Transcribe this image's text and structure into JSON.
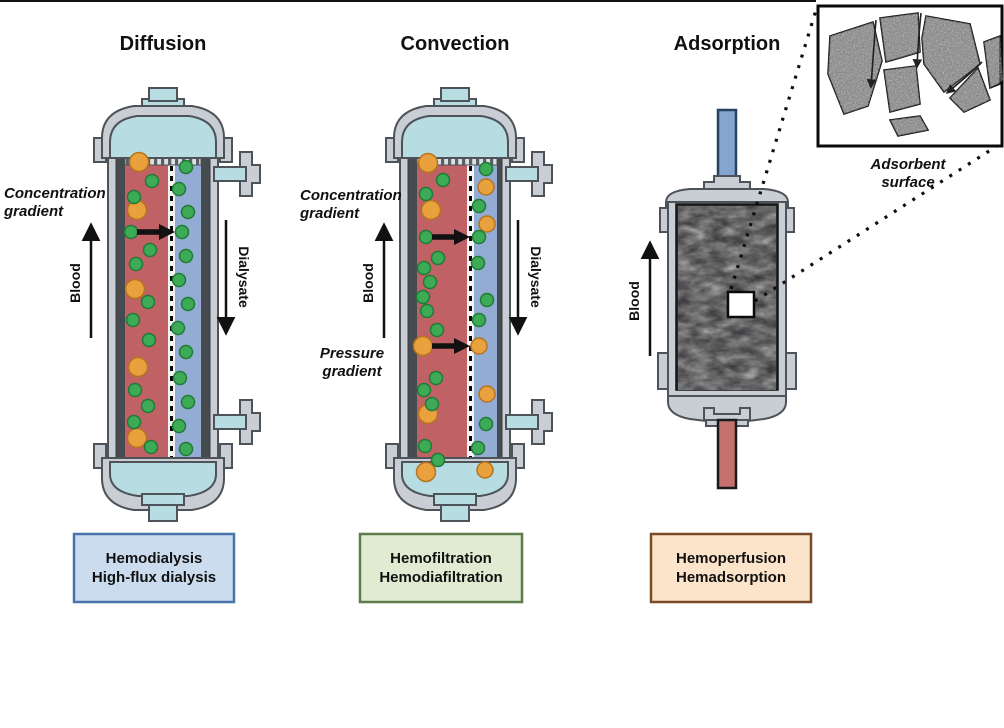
{
  "titles": {
    "diffusion": "Diffusion",
    "convection": "Convection",
    "adsorption": "Adsorption"
  },
  "labels": {
    "concentration_line1": "Concentration",
    "concentration_line2": "gradient",
    "pressure_line1": "Pressure",
    "pressure_line2": "gradient",
    "blood": "Blood",
    "dialysate": "Dialysate"
  },
  "inset": {
    "caption_line1": "Adsorbent",
    "caption_line2": "surface"
  },
  "therapy_boxes": [
    {
      "line1": "Hemodialysis",
      "line2": "High-flux dialysis"
    },
    {
      "line1": "Hemofiltration",
      "line2": "Hemodiafiltration"
    },
    {
      "line1": "Hemoperfusion",
      "line2": "Hemadsorption"
    }
  ],
  "colors": {
    "blood_channel": "#c06166",
    "dialysate_channel": "#93acd4",
    "cap_teal": "#b7dce1",
    "shell_gray": "#c8ced3",
    "wall_dark": "#464b50",
    "green_solute": "#3daa55",
    "orange_solute": "#e9a13e",
    "box_blue_fill": "#ccdcef",
    "box_blue_border": "#4a72ab",
    "box_green_fill": "#e0ebd2",
    "box_green_border": "#5c7d4b",
    "box_tan_fill": "#fbe4c9",
    "box_tan_border": "#7b4a26",
    "inlet_tube_blue": "#84a5cf",
    "outlet_tube_red": "#c4706c",
    "arrow_black": "#111111"
  }
}
